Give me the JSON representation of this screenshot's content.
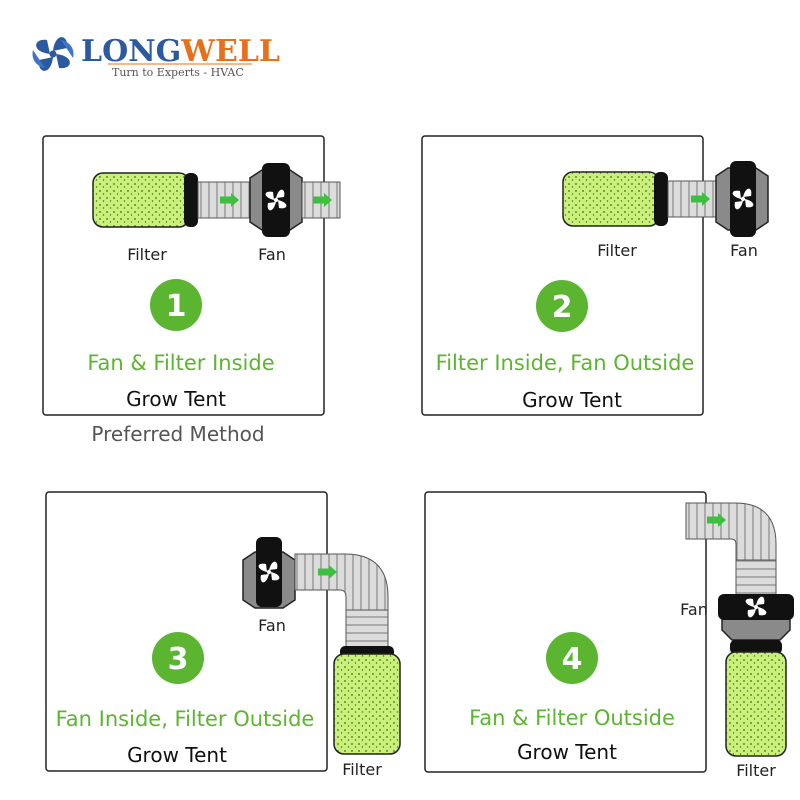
{
  "logo": {
    "brand_prefix": "LONG",
    "brand_suffix": "WELL",
    "tagline": "Turn to Experts - HVAC"
  },
  "colors": {
    "accent_green": "#5cb531",
    "filter_green": "#c8f07a",
    "brand_blue": "#2c5aa0",
    "brand_orange": "#e8701a"
  },
  "panels": [
    {
      "number": "1",
      "title": "Fan & Filter Inside",
      "tent": "Grow Tent",
      "filter_label": "Filter",
      "fan_label": "Fan",
      "note": "Preferred Method"
    },
    {
      "number": "2",
      "title": "Filter Inside, Fan Outside",
      "tent": "Grow Tent",
      "filter_label": "Filter",
      "fan_label": "Fan"
    },
    {
      "number": "3",
      "title": "Fan Inside, Filter Outside",
      "tent": "Grow Tent",
      "filter_label": "Filter",
      "fan_label": "Fan"
    },
    {
      "number": "4",
      "title": "Fan & Filter Outside",
      "tent": "Grow Tent",
      "filter_label": "Filter",
      "fan_label": "Fan"
    }
  ]
}
